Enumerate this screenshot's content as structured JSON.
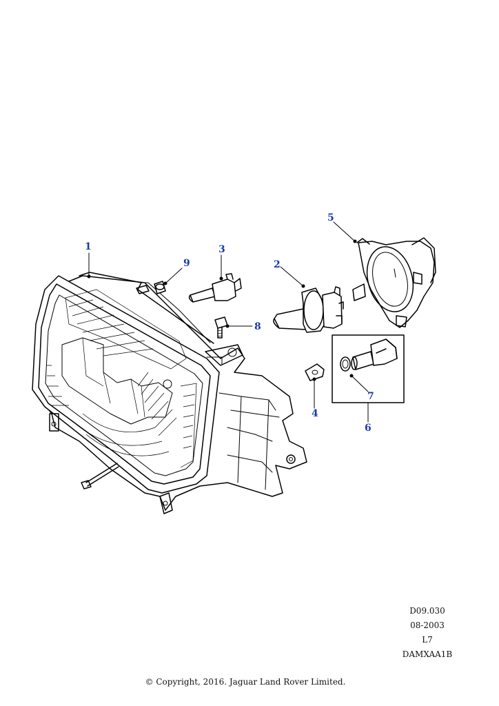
{
  "callouts": [
    {
      "id": "1",
      "label": "1"
    },
    {
      "id": "2",
      "label": "2"
    },
    {
      "id": "3",
      "label": "3"
    },
    {
      "id": "4",
      "label": "4"
    },
    {
      "id": "5",
      "label": "5"
    },
    {
      "id": "6",
      "label": "6"
    },
    {
      "id": "7",
      "label": "7"
    },
    {
      "id": "8",
      "label": "8"
    },
    {
      "id": "9",
      "label": "9"
    }
  ],
  "reference": {
    "code": "D09.030",
    "date": "08-2003",
    "level": "L7",
    "illustration_id": "DAMXAA1B"
  },
  "copyright": "© Copyright, 2016. Jaguar Land Rover Limited.",
  "colors": {
    "callout": "#1a3aa8",
    "line": "#000000",
    "text": "#111111"
  }
}
